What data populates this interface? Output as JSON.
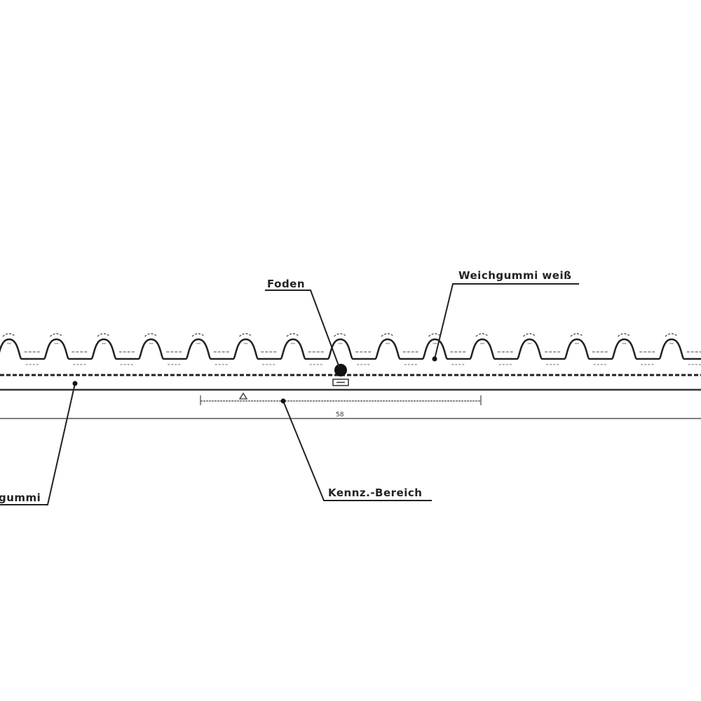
{
  "labels": {
    "thread": "Foden",
    "soft_rubber_white": "Weichgummi weiß",
    "rubber_left": "gummi",
    "marking_area": "Kennz.-Bereich",
    "dimension": "58"
  },
  "profile": {
    "scallop_count": 15
  },
  "colors": {
    "line": "#222222",
    "background": "#ffffff"
  }
}
